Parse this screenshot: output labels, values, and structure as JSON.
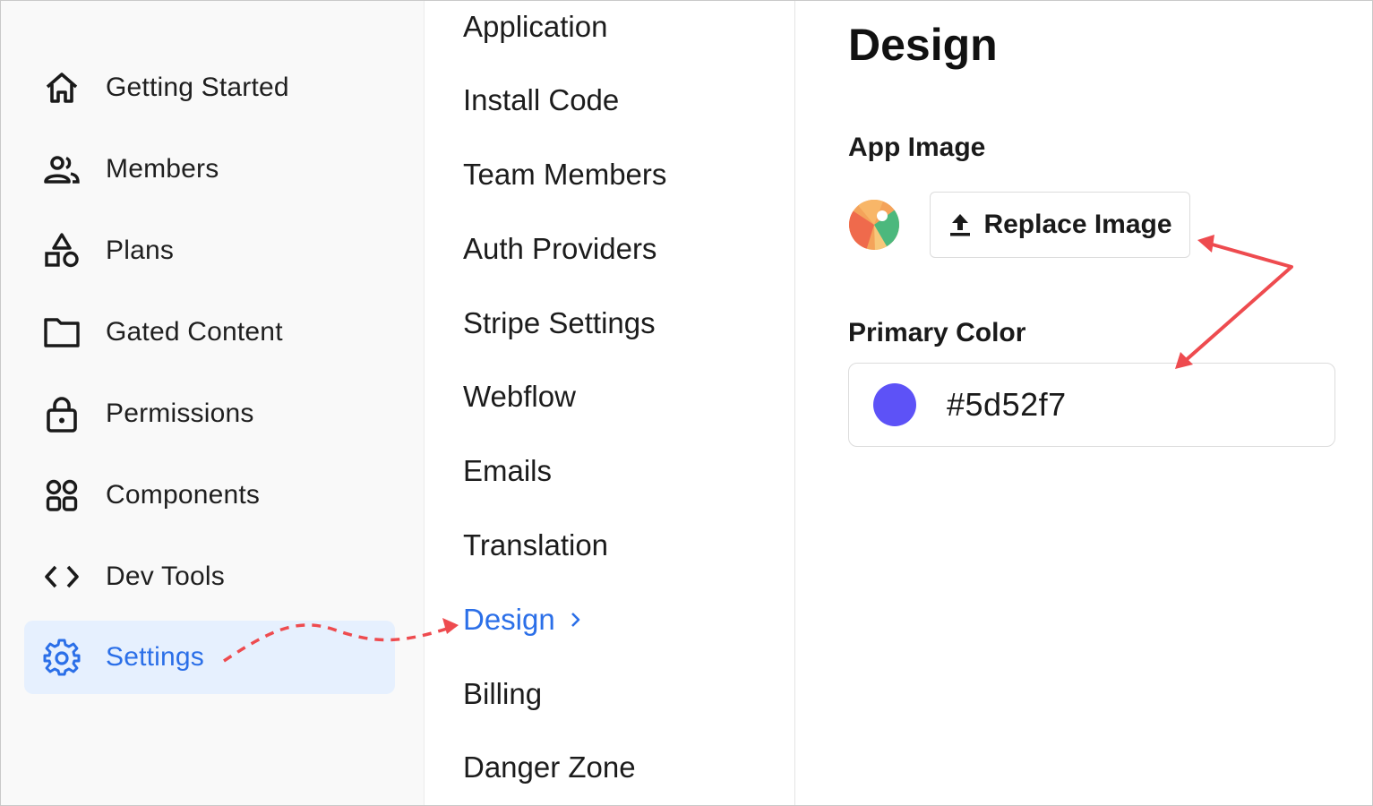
{
  "sidebar": {
    "items": [
      {
        "label": "Getting Started",
        "icon": "home-icon"
      },
      {
        "label": "Members",
        "icon": "members-icon"
      },
      {
        "label": "Plans",
        "icon": "shapes-icon"
      },
      {
        "label": "Gated Content",
        "icon": "folder-icon"
      },
      {
        "label": "Permissions",
        "icon": "lock-icon"
      },
      {
        "label": "Components",
        "icon": "grid-icon"
      },
      {
        "label": "Dev Tools",
        "icon": "code-icon"
      },
      {
        "label": "Settings",
        "icon": "gear-icon",
        "active": true
      }
    ]
  },
  "submenu": {
    "items": [
      {
        "label": "Application"
      },
      {
        "label": "Install Code"
      },
      {
        "label": "Team Members"
      },
      {
        "label": "Auth Providers"
      },
      {
        "label": "Stripe Settings"
      },
      {
        "label": "Webflow"
      },
      {
        "label": "Emails"
      },
      {
        "label": "Translation"
      },
      {
        "label": "Design",
        "active": true
      },
      {
        "label": "Billing"
      },
      {
        "label": "Danger Zone"
      }
    ]
  },
  "panel": {
    "title": "Design",
    "app_image_label": "App Image",
    "replace_button_label": "Replace Image",
    "primary_color_label": "Primary Color",
    "primary_color_value": "#5d52f7"
  },
  "colors": {
    "accent": "#2b6fe8",
    "active_bg": "#e6f0fe",
    "primary_swatch": "#5d52f7",
    "annotation_arrow": "#ee4b4f"
  }
}
